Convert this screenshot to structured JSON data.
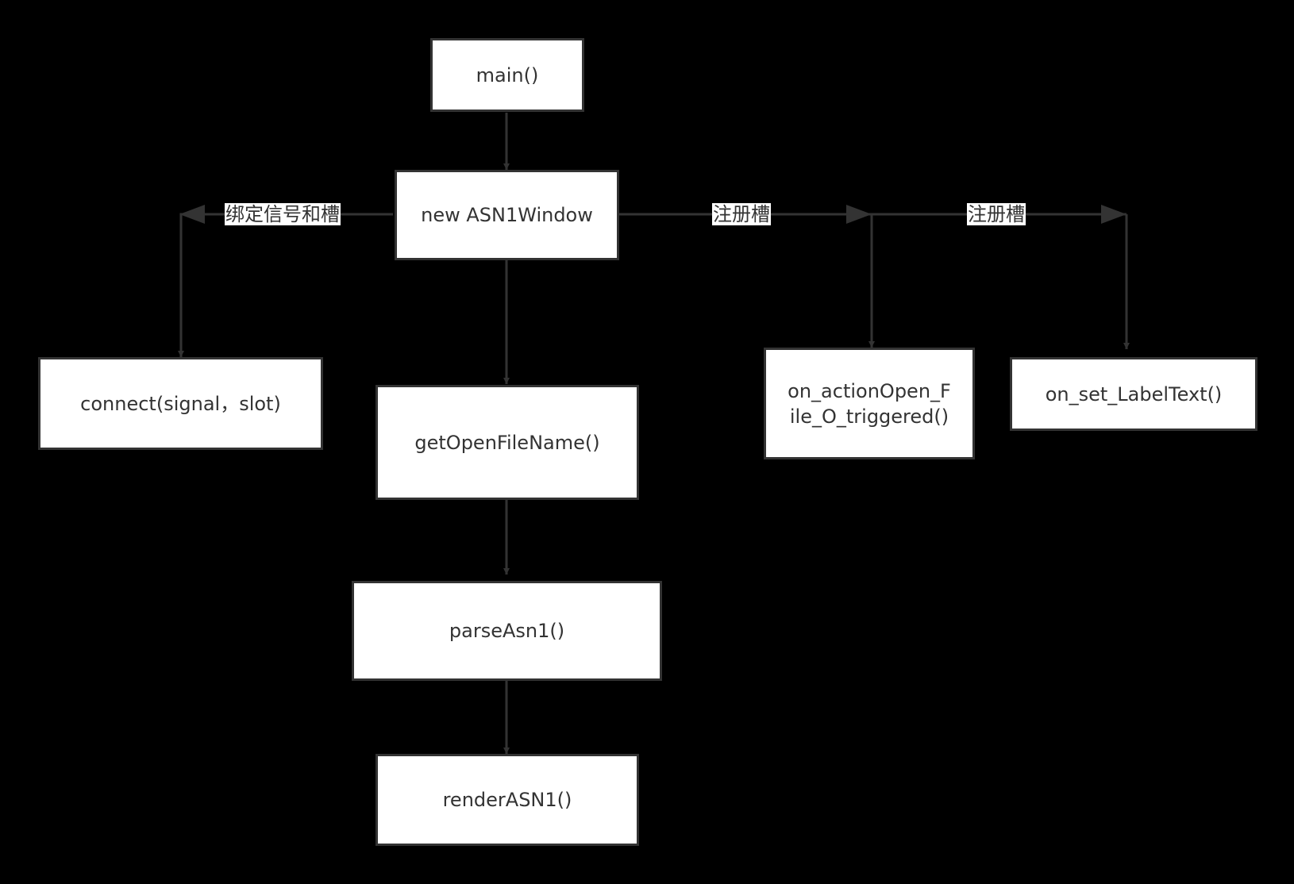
{
  "nodes": {
    "main": "main()",
    "window": "new ASN1Window",
    "connect": "connect(signal，slot)",
    "get_open_file": "getOpenFileName()",
    "parse": "parseAsn1()",
    "render": "renderASN1()",
    "action_open_line1": "on_actionOpen_F",
    "action_open_line2": "ile_O_triggered()",
    "set_label": "on_set_LabelText()"
  },
  "edge_labels": {
    "bind": "绑定信号和槽",
    "register_1": "注册槽",
    "register_2": "注册槽"
  },
  "colors": {
    "background": "#000000",
    "node_fill": "#ffffff",
    "stroke": "#333333"
  }
}
